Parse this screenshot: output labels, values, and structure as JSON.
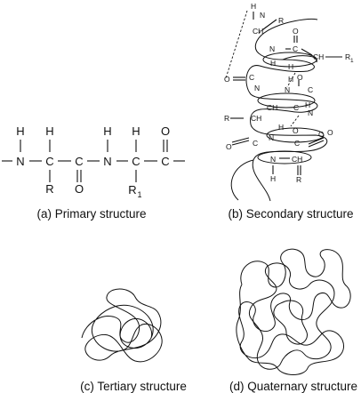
{
  "panels": {
    "primary": {
      "caption": "(a) Primary structure",
      "atoms": {
        "h1": "H",
        "n1": "N",
        "h2": "H",
        "c1": "C",
        "r1": "R",
        "c2": "C",
        "o1": "O",
        "n2": "N",
        "h3": "H",
        "h4": "H",
        "c3": "C",
        "r2": "R",
        "r2sub": "1",
        "o2": "O",
        "c4": "C"
      }
    },
    "secondary": {
      "caption": "(b) Secondary structure",
      "atoms": {
        "h_top": "H",
        "n_top": "N",
        "ch_top": "CH",
        "r_top": "R",
        "o_a": "O",
        "n_a": "N",
        "c_a": "C",
        "ch_a": "CH",
        "r_a": "R",
        "r_a_sub": "1",
        "h_a": "H",
        "h_b": "H",
        "n_b": "N",
        "c_b": "C",
        "o_b": "O",
        "c_c": "C",
        "n_c": "N",
        "h_c": "H",
        "o_c": "O",
        "r_mid": "R",
        "ch_mid": "CH",
        "ch_m2": "CH",
        "c_m2": "C",
        "n_m2": "N",
        "h_m2": "H",
        "o_m2": "O",
        "c_m3": "C",
        "c_left": "C",
        "o_left": "O",
        "h_m3": "H",
        "n_m3": "N",
        "c_bot": "C",
        "o_bot": "O",
        "n_bot": "N",
        "ch_bot": "CH",
        "h_bot": "H",
        "r_bot": "R"
      }
    },
    "tertiary": {
      "caption": "(c) Tertiary structure"
    },
    "quaternary": {
      "caption": "(d) Quaternary structure"
    }
  }
}
